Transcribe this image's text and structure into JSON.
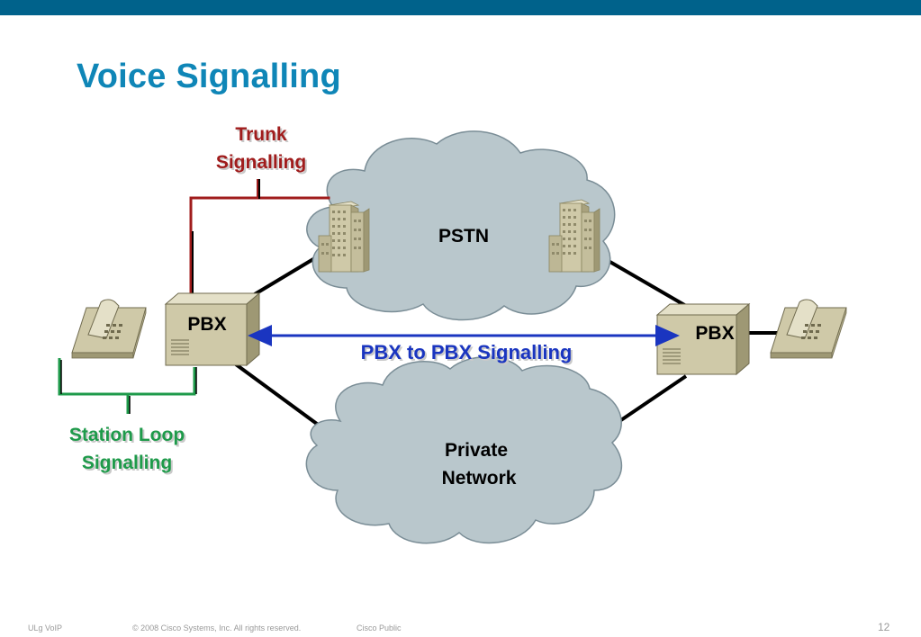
{
  "slide": {
    "title": "Voice Signalling",
    "footer_left": "ULg VoIP",
    "footer_copyright": "© 2008 Cisco Systems, Inc. All rights reserved.",
    "footer_classification": "Cisco Public",
    "page_number": "12"
  },
  "diagram": {
    "pstn_label": "PSTN",
    "private_network_label_line1": "Private",
    "private_network_label_line2": "Network",
    "pbx_left_label": "PBX",
    "pbx_right_label": "PBX",
    "trunk_signalling_line1": "Trunk",
    "trunk_signalling_line2": "Signalling",
    "station_loop_line1": "Station Loop",
    "station_loop_line2": "Signalling",
    "pbx_to_pbx_label": "PBX to PBX Signalling"
  },
  "colors": {
    "header_bar": "#00628b",
    "title": "#0f86b7",
    "trunk": "#a01c1c",
    "station_loop": "#1e9a4a",
    "pbx_link": "#1a35c0",
    "cloud": "#b9c7cc"
  }
}
